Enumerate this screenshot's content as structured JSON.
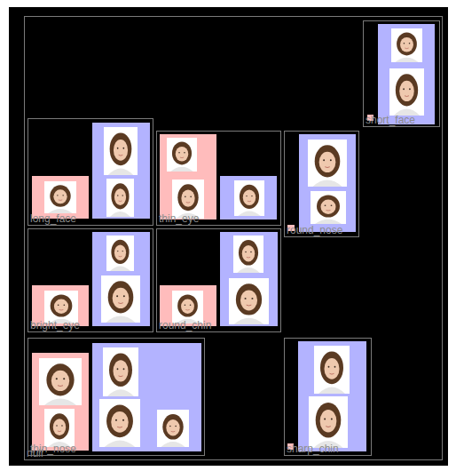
{
  "diagram": {
    "nodes": [
      {
        "text": [
          "null"
        ]
      },
      {
        "text": [
          "short_face"
        ],
        "in": 0
      },
      {
        "text": [
          "long_face"
        ],
        "in": 0
      },
      {
        "text": [
          "thin_eye"
        ],
        "in": 0
      },
      {
        "text": [
          "round_nose"
        ],
        "in": 0
      },
      {
        "text": [
          "bright_eye"
        ],
        "in": 0
      },
      {
        "text": [
          "round_chin"
        ],
        "in": 0
      },
      {
        "text": [
          "thin_nose"
        ],
        "in": 0
      },
      {
        "text": [
          "sharp_chin"
        ],
        "in": 0
      }
    ]
  }
}
